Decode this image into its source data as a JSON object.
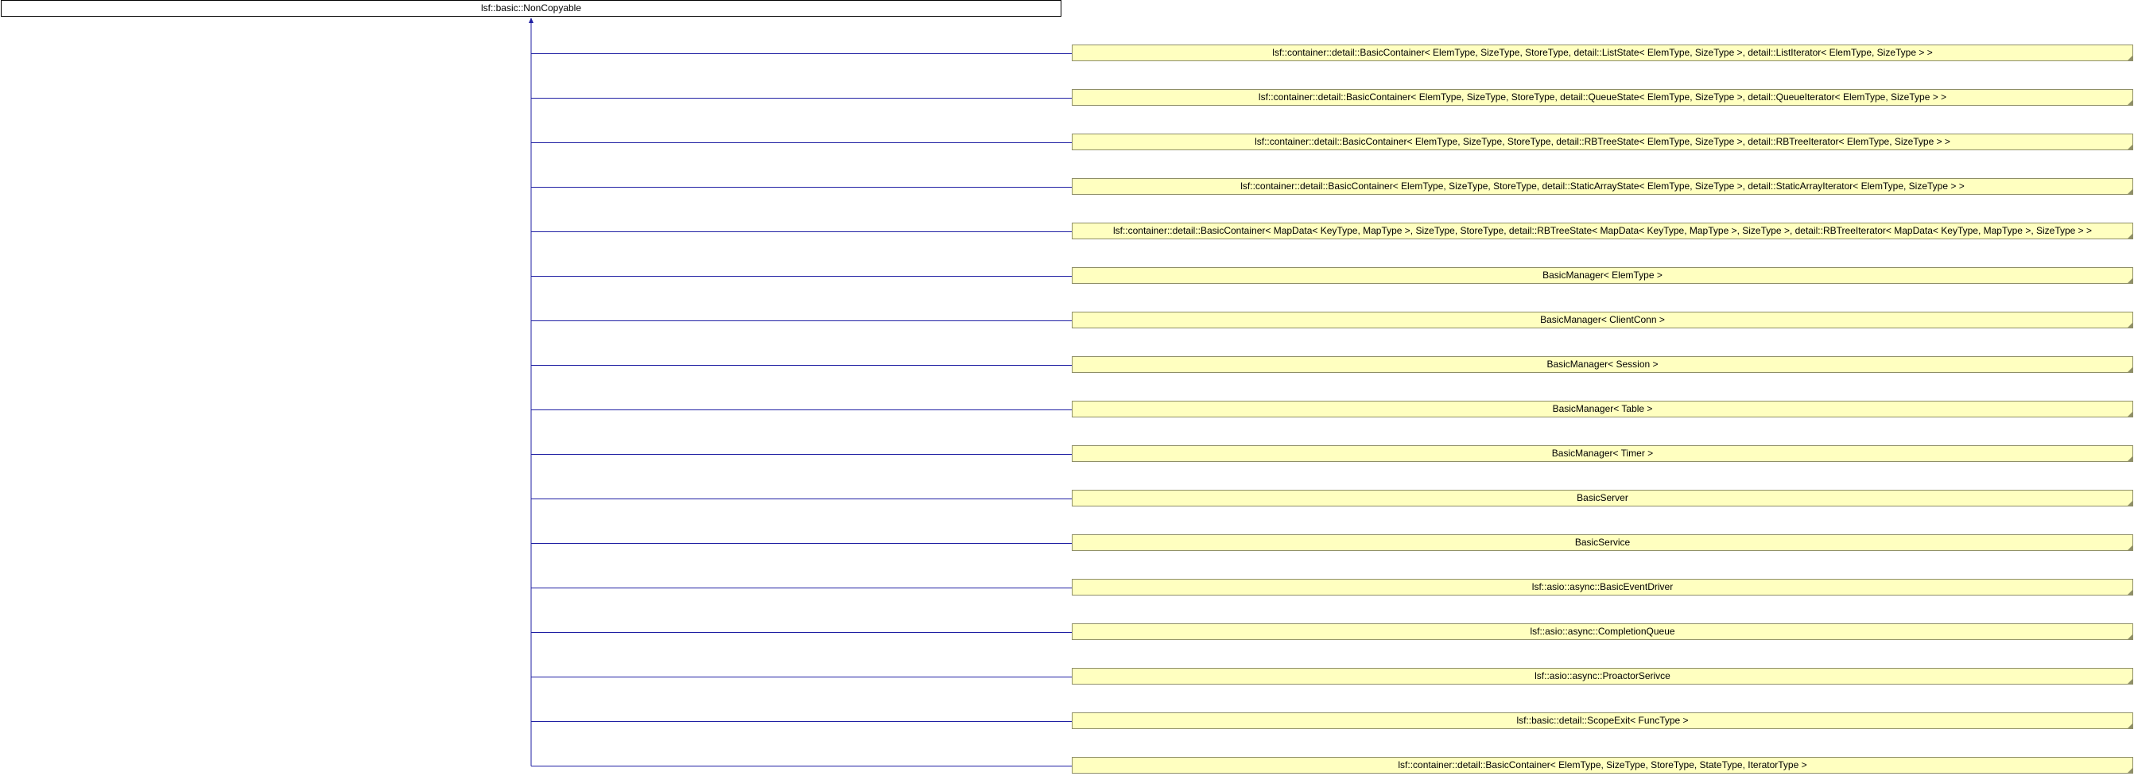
{
  "diagram": {
    "base_class": "lsf::basic::NonCopyable",
    "colors": {
      "edge": "#1f1fa3",
      "base_fill": "#ffffff",
      "derived_fill": "#ffffc0",
      "derived_border": "#8f8f68"
    },
    "derived_classes": [
      "lsf::container::detail::BasicContainer< ElemType, SizeType, StoreType, detail::ListState< ElemType, SizeType >, detail::ListIterator< ElemType, SizeType > >",
      "lsf::container::detail::BasicContainer< ElemType, SizeType, StoreType, detail::QueueState< ElemType, SizeType >, detail::QueueIterator< ElemType, SizeType > >",
      "lsf::container::detail::BasicContainer< ElemType, SizeType, StoreType, detail::RBTreeState< ElemType, SizeType >, detail::RBTreeIterator< ElemType, SizeType > >",
      "lsf::container::detail::BasicContainer< ElemType, SizeType, StoreType, detail::StaticArrayState< ElemType, SizeType >, detail::StaticArrayIterator< ElemType, SizeType > >",
      "lsf::container::detail::BasicContainer< MapData< KeyType, MapType >, SizeType, StoreType, detail::RBTreeState< MapData< KeyType, MapType >, SizeType >, detail::RBTreeIterator< MapData< KeyType, MapType >, SizeType > >",
      "BasicManager< ElemType >",
      "BasicManager< ClientConn >",
      "BasicManager< Session >",
      "BasicManager< Table >",
      "BasicManager< Timer >",
      "BasicServer",
      "BasicService",
      "lsf::asio::async::BasicEventDriver",
      "lsf::asio::async::CompletionQueue",
      "lsf::asio::async::ProactorSerivce",
      "lsf::basic::detail::ScopeExit< FuncType >",
      "lsf::container::detail::BasicContainer< ElemType, SizeType, StoreType, StateType, IteratorType >"
    ]
  }
}
